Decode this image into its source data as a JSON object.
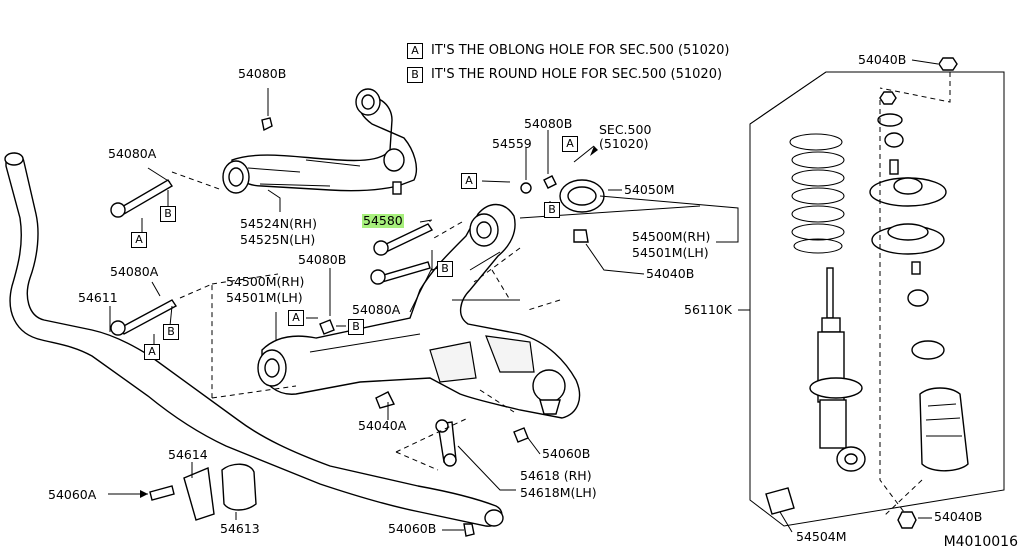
{
  "notes": {
    "a_text": "IT'S THE OBLONG HOLE FOR SEC.500 (51020)",
    "b_text": "IT'S THE ROUND HOLE FOR SEC.500 (51020)",
    "a_key": "A",
    "b_key": "B"
  },
  "sec_ref": "SEC.500\n(51020)",
  "sec_ref_line1": "SEC.500",
  "sec_ref_line2": "(51020)",
  "labels": {
    "p54080B_top": "54080B",
    "p54080A_left": "54080A",
    "p54524N": "54524N(RH)",
    "p54525N": "54525N(LH)",
    "p54580": "54580",
    "p54559": "54559",
    "p54080B_mid": "54080B",
    "p54050M": "54050M",
    "p54500M_r": "54500M(RH)",
    "p54501M_r": "54501M(LH)",
    "p54040B_r": "54040B",
    "p54040B_top": "54040B",
    "p56110K": "56110K",
    "p54080A_mid": "54080A",
    "p54080B_low": "54080B",
    "p54500M_l": "54500M(RH)",
    "p54501M_l": "54501M(LH)",
    "p54611": "54611",
    "p54080A_low": "54080A",
    "p54040A": "54040A",
    "p54060B_mid": "54060B",
    "p54618": "54618 (RH)",
    "p54618M": "54618M(LH)",
    "p54614": "54614",
    "p54060A": "54060A",
    "p54613": "54613",
    "p54060B_low": "54060B",
    "p54504M": "54504M",
    "p54040B_bot": "54040B"
  },
  "highlighted_part": "54580",
  "diagram_id": "M4010016",
  "highlight_color": "#a7f07c"
}
